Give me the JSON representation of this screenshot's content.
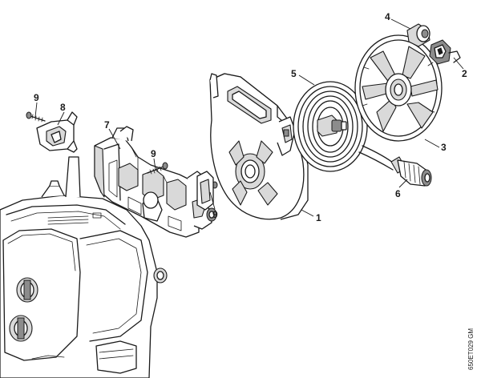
{
  "callouts": [
    {
      "id": "1",
      "label": "1"
    },
    {
      "id": "2",
      "label": "2"
    },
    {
      "id": "3",
      "label": "3"
    },
    {
      "id": "4",
      "label": "4"
    },
    {
      "id": "5",
      "label": "5"
    },
    {
      "id": "6",
      "label": "6"
    },
    {
      "id": "7",
      "label": "7"
    },
    {
      "id": "8",
      "label": "8"
    },
    {
      "id": "9a",
      "label": "9"
    },
    {
      "id": "9b",
      "label": "9"
    },
    {
      "id": "9c",
      "label": "9"
    }
  ],
  "drawing_code": "650ET029 GM"
}
